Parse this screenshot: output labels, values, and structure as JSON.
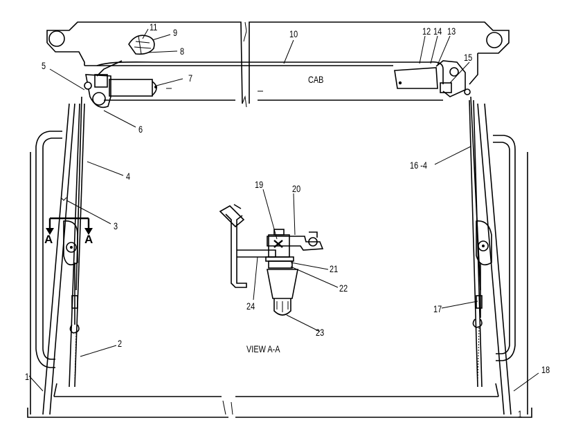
{
  "labels": {
    "cab": "CAB",
    "view": "VIEW A-A",
    "section_a_left": "A",
    "section_a_right": "A"
  },
  "callouts": {
    "c1a": "1",
    "c1b": "1",
    "c2": "2",
    "c3": "3",
    "c4": "4",
    "c5": "5",
    "c6": "6",
    "c7": "7",
    "c8": "8",
    "c9": "9",
    "c10": "10",
    "c11": "11",
    "c12": "12",
    "c13": "13",
    "c14": "14",
    "c15": "15",
    "c16": "16 -4",
    "c17": "17",
    "c18": "18",
    "c19": "19",
    "c20": "20",
    "c21": "21",
    "c22": "22",
    "c23": "23",
    "c24": "24"
  }
}
